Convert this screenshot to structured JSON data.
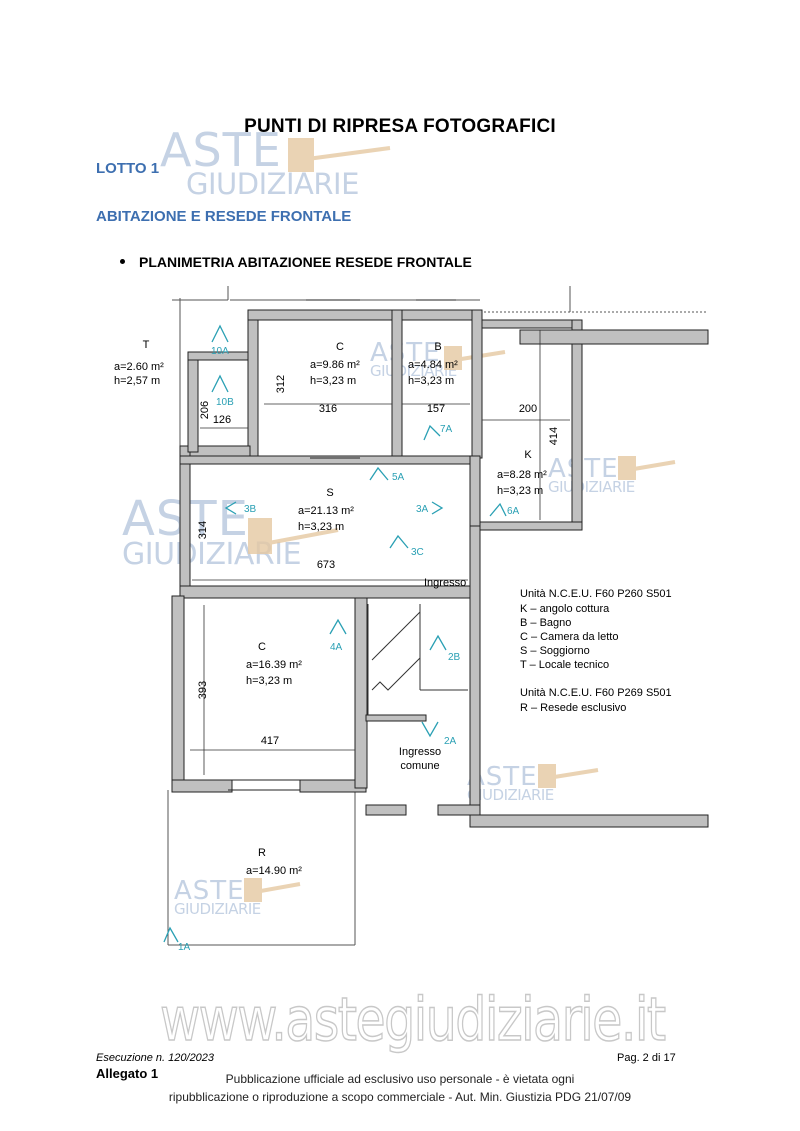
{
  "header": {
    "title": "PUNTI DI RIPRESA FOTOGRAFICI",
    "lotto": "LOTTO 1",
    "section": "ABITAZIONE E RESEDE FRONTALE",
    "bullet": "PLANIMETRIA ABITAZIONEE RESEDE FRONTALE"
  },
  "plan": {
    "rooms": {
      "T": {
        "name": "T",
        "area": "a=2.60 m²",
        "height": "h=2,57 m"
      },
      "C1": {
        "name": "C",
        "area": "a=9.86 m²",
        "height": "h=3,23 m"
      },
      "B": {
        "name": "B",
        "area": "a=4.84 m²",
        "height": "h=3,23 m"
      },
      "K": {
        "name": "K",
        "area": "a=8.28 m²",
        "height": "h=3,23 m"
      },
      "S": {
        "name": "S",
        "area": "a=21.13 m²",
        "height": "h=3,23 m"
      },
      "C2": {
        "name": "C",
        "area": "a=16.39 m²",
        "height": "h=3,23 m"
      },
      "R": {
        "name": "R",
        "area": "a=14.90 m²"
      }
    },
    "dimensions": {
      "d206": "206",
      "d126": "126",
      "d312": "312",
      "d316": "316",
      "d157": "157",
      "d200": "200",
      "d414": "414",
      "d314": "314",
      "d673": "673",
      "d393": "393",
      "d417": "417"
    },
    "labels": {
      "ingresso": "Ingresso",
      "ingresso_comune_1": "Ingresso",
      "ingresso_comune_2": "comune"
    },
    "photo_points": [
      "10A",
      "10B",
      "7A",
      "5A",
      "6A",
      "3B",
      "3A",
      "3C",
      "4A",
      "2B",
      "2A",
      "1A"
    ],
    "legend": {
      "unit1": "Unità N.C.E.U. F60 P260 S501",
      "items": [
        "K – angolo cottura",
        "B – Bagno",
        "C – Camera da letto",
        "S – Soggiorno",
        "T – Locale tecnico"
      ],
      "unit2": "Unità N.C.E.U. F60 P269 S501",
      "items2": [
        "R – Resede esclusivo"
      ]
    }
  },
  "watermarks": {
    "aste": "ASTE",
    "giudiziarie": "GIUDIZIARIE",
    "url": "www.astegiudiziarie.it"
  },
  "footer": {
    "esecuzione": "Esecuzione n. 120/2023",
    "allegato": "Allegato 1",
    "page": "Pag. 2 di 17",
    "note_line1": "Pubblicazione ufficiale ad esclusivo uso personale - è vietata ogni",
    "note_line2": "ripubblicazione o riproduzione a scopo commerciale - Aut. Min. Giustizia PDG 21/07/09"
  },
  "colors": {
    "heading_blue": "#3d6fb0",
    "photo_marker": "#2aa0b4",
    "wall_gray": "#b8b8b8"
  }
}
